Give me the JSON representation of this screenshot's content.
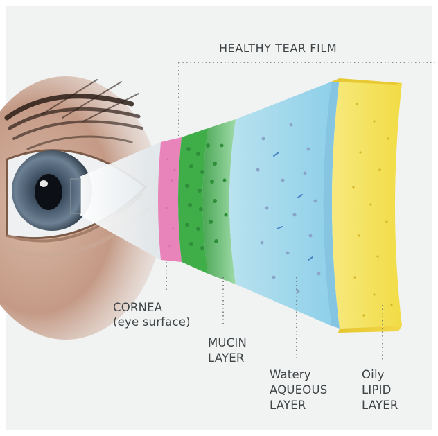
{
  "title": "HEALTHY TEAR FILM",
  "labels": {
    "cornea_line1": "CORNEA",
    "cornea_line2": "(eye surface)",
    "mucin_line1": "MUCIN",
    "mucin_line2": "LAYER",
    "aqueous_line1": "Watery",
    "aqueous_line2": "AQUEOUS",
    "aqueous_line3": "LAYER",
    "lipid_line1": "Oily",
    "lipid_line2": "LIPID",
    "lipid_line3": "LAYER"
  },
  "colors": {
    "background": "#f1f2f2",
    "cornea": "#e77fb7",
    "mucin": "#3fae49",
    "aqueous": "#9fd6ea",
    "lipid": "#f3e15a",
    "label_text": "#3f4447",
    "iris": "#5c6f82"
  }
}
